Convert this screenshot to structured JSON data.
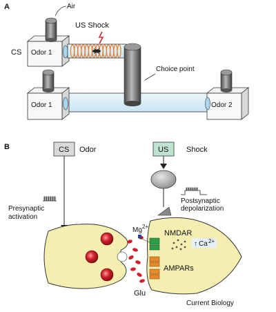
{
  "panel_a": {
    "letter": "A",
    "air": "Air",
    "us_shock": "US Shock",
    "cs": "CS",
    "odor1_top": "Odor 1",
    "odor1_bottom": "Odor 1",
    "odor2": "Odor 2",
    "choice_point": "Choice point"
  },
  "panel_b": {
    "letter": "B",
    "cs_box": "CS",
    "odor": "Odor",
    "us_box": "US",
    "shock": "Shock",
    "presynaptic_line1": "Presynaptic",
    "presynaptic_line2": "activation",
    "postsynaptic_line1": "Postsynaptic",
    "postsynaptic_line2": "depolarization",
    "mg": "Mg",
    "mg_sup": "2+",
    "nmdar": "NMDAR",
    "ca": "Ca",
    "ca_sup": "2+",
    "ampars": "AMPARs",
    "glu": "Glu"
  },
  "credit": "Current Biology",
  "colors": {
    "cylinder": "#6f6f6f",
    "box_blue": "#d8eef7",
    "coil": "#e8782a",
    "cell_fill": "#f4efb0",
    "vesicle": "#d0202a",
    "nmdar": "#2d9b4a",
    "ampar": "#e8892a",
    "cs_box": "#d9d9d9",
    "us_box": "#bfe3cf"
  }
}
